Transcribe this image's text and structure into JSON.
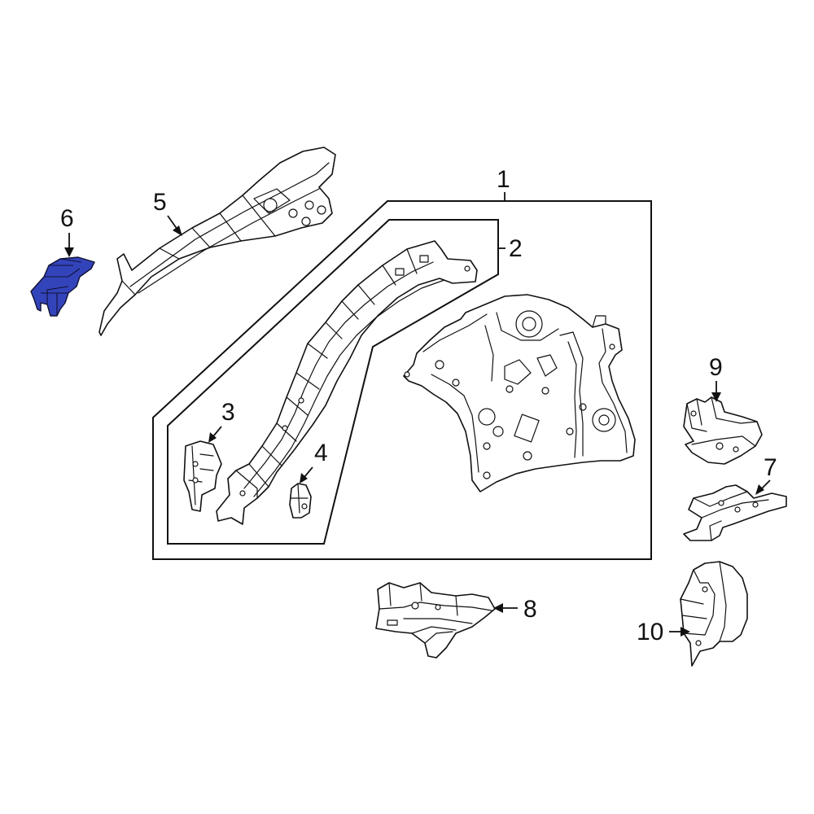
{
  "callouts": {
    "c1": "1",
    "c2": "2",
    "c3": "3",
    "c4": "4",
    "c5": "5",
    "c6": "6",
    "c7": "7",
    "c8": "8",
    "c9": "9",
    "c10": "10"
  },
  "colors": {
    "highlight": "#3344bb",
    "line": "#111111",
    "background": "#ffffff"
  },
  "highlighted_part": "6"
}
